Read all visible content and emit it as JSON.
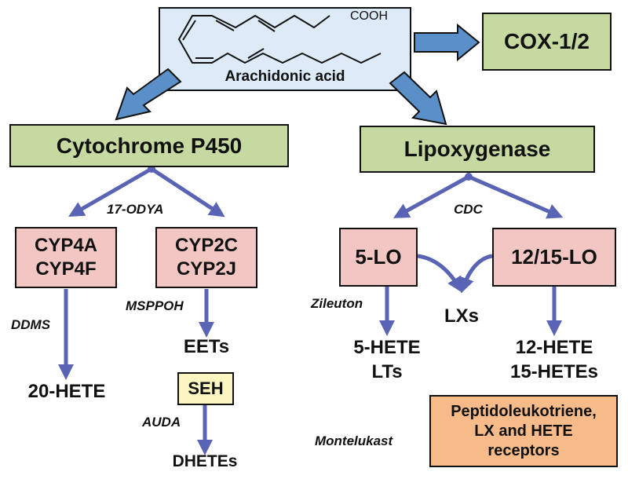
{
  "substrate": {
    "label": "Arachidonic acid",
    "formula_group": "COOH"
  },
  "enzymes": {
    "cox": "COX-1/2",
    "cyp450": "Cytochrome P450",
    "lipoxygenase": "Lipoxygenase",
    "cyp4": [
      "CYP4A",
      "CYP4F"
    ],
    "cyp2": [
      "CYP2C",
      "CYP2J"
    ],
    "lo5": "5-LO",
    "lo1215": "12/15-LO",
    "seh": "SEH"
  },
  "products": {
    "hete20": "20-HETE",
    "eets": "EETs",
    "dhetes": "DHETEs",
    "lxs": "LXs",
    "lo5_products": [
      "5-HETE",
      "LTs"
    ],
    "lo1215_products": [
      "12-HETE",
      "15-HETEs"
    ]
  },
  "receptors": [
    "Peptidoleukotriene,",
    "LX and HETE",
    "receptors"
  ],
  "inhibitors": {
    "odya": "17-ODYA",
    "ddms": "DDMS",
    "msppoh": "MSPPOH",
    "auda": "AUDA",
    "cdc": "CDC",
    "zileuton": "Zileuton",
    "montelukast": "Montelukast"
  },
  "colors": {
    "arrow": "#5a64b4",
    "block_arrow": "#5b8fc8",
    "enzyme_box": "#c5d9a0",
    "isoform_box": "#f2c7c3",
    "seh_box": "#fbf6c0",
    "receptor_box": "#f7bb8a",
    "substrate_box": "#dcebf7"
  }
}
